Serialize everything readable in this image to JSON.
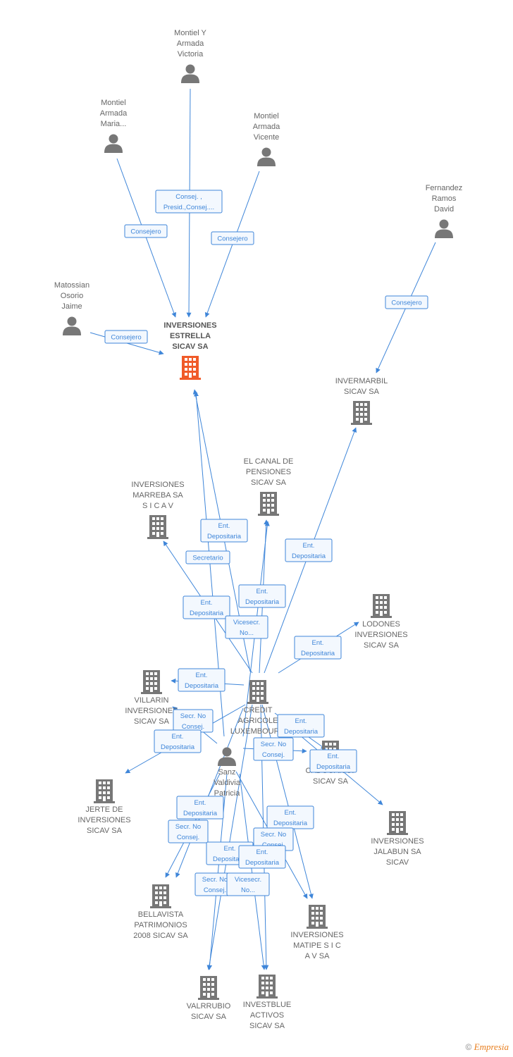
{
  "colors": {
    "edge": "#3f86d9",
    "person": "#777777",
    "company": "#777777",
    "main_company": "#f05a28",
    "badge_bg": "#f3f8fe",
    "label": "#666666"
  },
  "icons": {
    "person": "person-icon",
    "company": "building-icon"
  },
  "nodes": [
    {
      "id": "montiel_y_armada",
      "type": "person",
      "label": [
        "Montiel Y",
        "Armada",
        "Victoria"
      ]
    },
    {
      "id": "montiel_maria",
      "type": "person",
      "label": [
        "Montiel",
        "Armada",
        "Maria..."
      ]
    },
    {
      "id": "montiel_vicente",
      "type": "person",
      "label": [
        "Montiel",
        "Armada",
        "Vicente"
      ]
    },
    {
      "id": "fernandez",
      "type": "person",
      "label": [
        "Fernandez",
        "Ramos",
        "David"
      ]
    },
    {
      "id": "matossian",
      "type": "person",
      "label": [
        "Matossian",
        "Osorio",
        "Jaime"
      ]
    },
    {
      "id": "inversiones_estrella",
      "type": "main",
      "label": [
        "INVERSIONES",
        "ESTRELLA",
        "SICAV SA"
      ]
    },
    {
      "id": "invermarbil",
      "type": "company",
      "label": [
        "INVERMARBIL",
        "SICAV SA"
      ]
    },
    {
      "id": "el_canal",
      "type": "company",
      "label": [
        "EL CANAL DE",
        "PENSIONES",
        "SICAV SA"
      ]
    },
    {
      "id": "marreba",
      "type": "company",
      "label": [
        "INVERSIONES",
        "MARREBA SA",
        "S I C A V"
      ]
    },
    {
      "id": "lodones",
      "type": "company",
      "label": [
        "LODONES",
        "INVERSIONES",
        "SICAV SA"
      ]
    },
    {
      "id": "villarin",
      "type": "company",
      "label": [
        "VILLARIN",
        "INVERSIONES",
        "SICAV SA"
      ]
    },
    {
      "id": "credit_agricole",
      "type": "company",
      "label": [
        "CREDIT",
        "AGRICOLE",
        "LUXEMBOURG"
      ]
    },
    {
      "id": "cadogan",
      "type": "company",
      "label": [
        "CADOGAN 37",
        "SICAV SA"
      ]
    },
    {
      "id": "sanz",
      "type": "person",
      "label": [
        "Sanz",
        "Valdivia",
        "Patricia"
      ]
    },
    {
      "id": "jerte",
      "type": "company",
      "label": [
        "JERTE DE",
        "INVERSIONES",
        "SICAV SA"
      ]
    },
    {
      "id": "jalabun",
      "type": "company",
      "label": [
        "INVERSIONES",
        "JALABUN SA",
        "SICAV"
      ]
    },
    {
      "id": "bellavista",
      "type": "company",
      "label": [
        "BELLAVISTA",
        "PATRIMONIOS",
        "2008 SICAV SA"
      ]
    },
    {
      "id": "matipe",
      "type": "company",
      "label": [
        "INVERSIONES",
        "MATIPE S I C",
        "A V SA"
      ]
    },
    {
      "id": "valrrubio",
      "type": "company",
      "label": [
        "VALRRUBIO",
        "SICAV SA"
      ]
    },
    {
      "id": "investblue",
      "type": "company",
      "label": [
        "INVESTBLUE",
        "ACTIVOS",
        "SICAV SA"
      ]
    }
  ],
  "edges": [
    {
      "from": "montiel_y_armada",
      "to": "inversiones_estrella",
      "label": [
        "Consej. ,",
        "Presid.,Consej...."
      ]
    },
    {
      "from": "montiel_maria",
      "to": "inversiones_estrella",
      "label": [
        "Consejero"
      ]
    },
    {
      "from": "montiel_vicente",
      "to": "inversiones_estrella",
      "label": [
        "Consejero"
      ]
    },
    {
      "from": "matossian",
      "to": "inversiones_estrella",
      "label": [
        "Consejero"
      ]
    },
    {
      "from": "fernandez",
      "to": "invermarbil",
      "label": [
        "Consejero"
      ]
    },
    {
      "from": "credit_agricole",
      "to": "inversiones_estrella",
      "label": [
        "Ent.",
        "Depositaria"
      ]
    },
    {
      "from": "sanz",
      "to": "inversiones_estrella",
      "label": [
        "Secretario"
      ]
    },
    {
      "from": "credit_agricole",
      "to": "invermarbil",
      "label": [
        "Ent.",
        "Depositaria"
      ]
    },
    {
      "from": "credit_agricole",
      "to": "el_canal",
      "label": [
        "Ent.",
        "Depositaria"
      ]
    },
    {
      "from": "credit_agricole",
      "to": "marreba",
      "label": [
        "Ent.",
        "Depositaria"
      ]
    },
    {
      "from": "sanz",
      "to": "el_canal",
      "label": [
        "Vicesecr.",
        "No..."
      ]
    },
    {
      "from": "credit_agricole",
      "to": "lodones",
      "label": [
        "Ent.",
        "Depositaria"
      ]
    },
    {
      "from": "credit_agricole",
      "to": "villarin",
      "label": [
        "Ent.",
        "Depositaria"
      ]
    },
    {
      "from": "sanz",
      "to": "villarin",
      "label": [
        "Secr.  No",
        "Consej."
      ]
    },
    {
      "from": "credit_agricole",
      "to": "cadogan",
      "label": [
        "Ent.",
        "Depositaria"
      ]
    },
    {
      "from": "sanz",
      "to": "cadogan",
      "label": [
        "Secr.  No",
        "Consej."
      ]
    },
    {
      "from": "credit_agricole",
      "to": "jerte",
      "label": [
        "Ent.",
        "Depositaria"
      ]
    },
    {
      "from": "credit_agricole",
      "to": "jalabun",
      "label": [
        "Ent.",
        "Depositaria"
      ]
    },
    {
      "from": "credit_agricole",
      "to": "bellavista",
      "label": [
        "Ent.",
        "Depositaria"
      ]
    },
    {
      "from": "sanz",
      "to": "bellavista",
      "label": [
        "Secr.  No",
        "Consej."
      ]
    },
    {
      "from": "credit_agricole",
      "to": "matipe",
      "label": [
        "Ent.",
        "Depositaria"
      ]
    },
    {
      "from": "sanz",
      "to": "matipe",
      "label": [
        "Secr.  No",
        "Consej."
      ]
    },
    {
      "from": "credit_agricole",
      "to": "valrrubio",
      "label": [
        "Ent.",
        "Depositaria"
      ]
    },
    {
      "from": "sanz",
      "to": "valrrubio",
      "label": [
        "Secr.  No",
        "Consej."
      ]
    },
    {
      "from": "credit_agricole",
      "to": "investblue",
      "label": [
        "Ent.",
        "Depositaria"
      ]
    },
    {
      "from": "sanz",
      "to": "investblue",
      "label": [
        "Vicesecr.",
        "No..."
      ]
    }
  ],
  "watermark": {
    "copyright": "©",
    "brand": "Empresia"
  }
}
